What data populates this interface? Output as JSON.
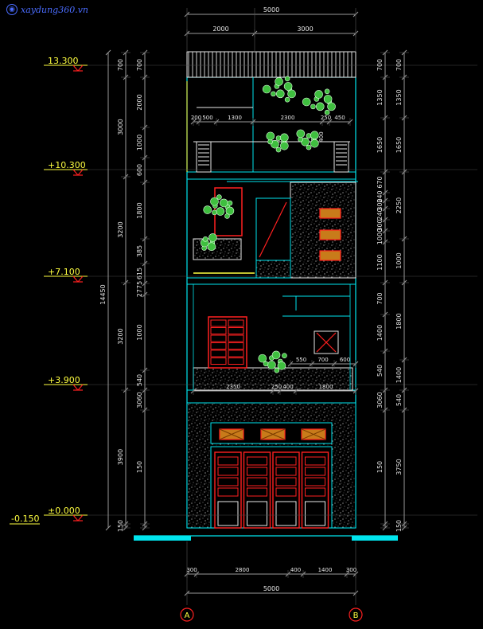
{
  "watermark": {
    "text": "xaydung360.vn"
  },
  "colors": {
    "cyan": "#00e5ee",
    "red": "#ff2020",
    "green": "#3fbf3f",
    "yellow": "#ffff40",
    "white": "#e8e8e8",
    "gray": "#9a9a9a",
    "hatch": "#bdbdbd"
  },
  "levels": {
    "roof": "13.300",
    "floor4": "+10.300",
    "floor3": "+7.100",
    "floor2": "+3.900",
    "ground": "±0.000",
    "street": "-0.150"
  },
  "dims": {
    "top_total": "5000",
    "top_left": "2000",
    "top_right": "3000",
    "bottom_total": "5000",
    "bottom_segments": [
      "300",
      "2800",
      "400",
      "1400",
      "300"
    ],
    "total_height": "14450",
    "left_outer": [
      "700",
      "3000",
      "3200",
      "3200",
      "3900",
      "150"
    ],
    "left_inner": [
      "700",
      "2000",
      "1000",
      "600",
      "1800",
      "385",
      "615",
      "2775",
      "1000",
      "540",
      "3060",
      "150"
    ],
    "right_inner": [
      "700",
      "1350",
      "1650",
      "670",
      "240",
      "300",
      "240",
      "300",
      "1000",
      "1100",
      "700",
      "1400",
      "540",
      "3060",
      "150"
    ],
    "right_outer": [
      "700",
      "1350",
      "1650",
      "2250",
      "1000",
      "1800",
      "1400",
      "540",
      "3750",
      "150"
    ],
    "floor4_horiz": [
      "200",
      "500",
      "1300",
      "2300",
      "250",
      "450"
    ],
    "floor4_window": "400",
    "floor2_right": [
      "550",
      "700",
      "600"
    ],
    "floor1_horiz": [
      "2350",
      "250",
      "400",
      "1800"
    ]
  },
  "grid_axes": [
    "A",
    "B"
  ]
}
